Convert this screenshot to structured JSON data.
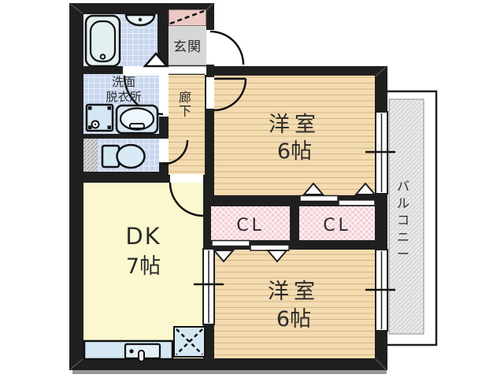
{
  "floorplan": {
    "labels": {
      "genkan": "玄関",
      "washroom_line1": "洗面",
      "washroom_line2": "脱衣所",
      "hallway": "廊下",
      "room_top_name": "洋室",
      "room_top_size": "6帖",
      "closet_left": "CL",
      "closet_right": "CL",
      "dk_name": "DK",
      "dk_size": "7帖",
      "room_bottom_name": "洋室",
      "room_bottom_size": "6帖",
      "balcony": "バルコニー"
    },
    "icons": [
      "bathtub-icon",
      "shower-mirror-icon",
      "washing-machine-icon",
      "washbasin-icon",
      "toilet-icon",
      "kitchen-sink-icon",
      "refrigerator-space-icon"
    ],
    "colors": {
      "wall": "#1f1f1f",
      "wood_floor": "#f4dcb1",
      "wood_line": "#d3b287",
      "dk_floor": "#fbf8cf",
      "closet_fill": "#f3cdd5",
      "tile_fill": "#c9d7ef",
      "genkan_floor": "#d6d6d6",
      "shoe_cabinet": "#ecc9c5",
      "balcony_fill": "#d9d9d9",
      "fixture_fill": "#d5e7f2",
      "bath_fill": "#e3f0ef"
    }
  }
}
